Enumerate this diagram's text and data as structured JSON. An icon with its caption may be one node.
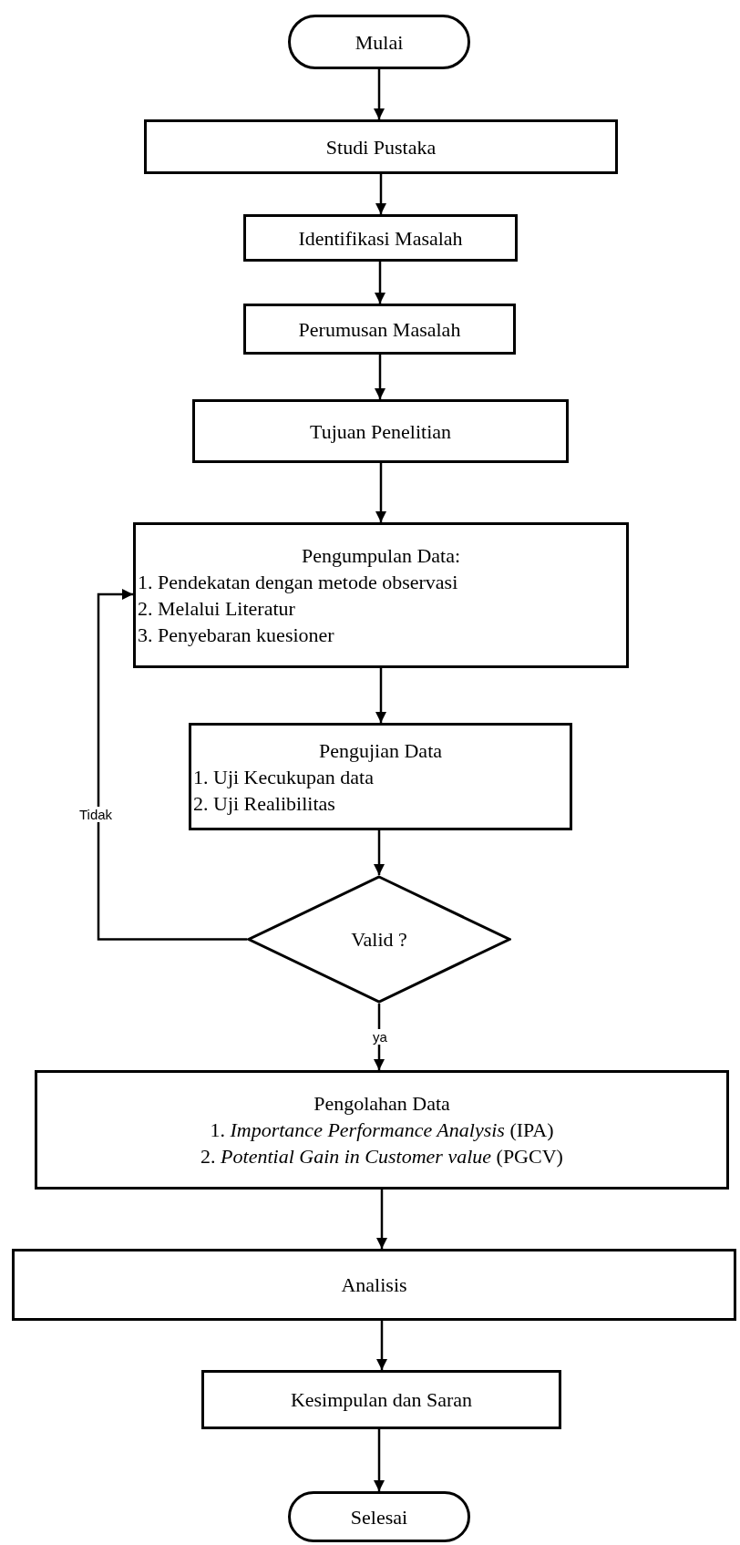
{
  "diagram": {
    "nodes": [
      {
        "text": [
          "Mulai"
        ]
      },
      {
        "text": [
          "Studi Pustaka"
        ]
      },
      {
        "text": [
          "Identifikasi Masalah"
        ]
      },
      {
        "text": [
          "Perumusan Masalah"
        ]
      },
      {
        "text": [
          "Tujuan Penelitian"
        ]
      },
      {
        "text": [
          "Pengumpulan Data:",
          "1. Pendekatan dengan metode observasi",
          "2. Melalui Literatur",
          "3. Penyebaran kuesioner"
        ]
      },
      {
        "text": [
          "Pengujian Data",
          "1. Uji Kecukupan data",
          "2. Uji Realibilitas"
        ]
      },
      {
        "text": [
          "Valid ?"
        ]
      },
      {
        "text": [
          "Pengolahan Data",
          "1. *Importance Performance Analysis* (IPA)",
          "2. *Potential Gain in Customer value* (PGCV)"
        ]
      },
      {
        "text": [
          "Analisis"
        ]
      },
      {
        "text": [
          "Kesimpulan dan Saran"
        ]
      },
      {
        "text": [
          "Selesai"
        ]
      }
    ],
    "edges": [
      {
        "from": 0,
        "to": 1,
        "arrow": "to"
      },
      {
        "from": 1,
        "to": 2,
        "arrow": "to"
      },
      {
        "from": 2,
        "to": 3,
        "arrow": "to"
      },
      {
        "from": 3,
        "to": 4,
        "arrow": "to"
      },
      {
        "from": 4,
        "to": 5,
        "arrow": "to"
      },
      {
        "from": 5,
        "to": 6,
        "arrow": "to"
      },
      {
        "from": 6,
        "to": 7,
        "arrow": "to"
      },
      {
        "from": 7,
        "to": 8,
        "arrow": "to",
        "label": "ya"
      },
      {
        "from": 7,
        "to": 5,
        "arrow": "to",
        "label": "Tidak"
      },
      {
        "from": 8,
        "to": 9,
        "arrow": "to"
      },
      {
        "from": 9,
        "to": 10,
        "arrow": "to"
      },
      {
        "from": 10,
        "to": 11,
        "arrow": "to"
      }
    ]
  }
}
